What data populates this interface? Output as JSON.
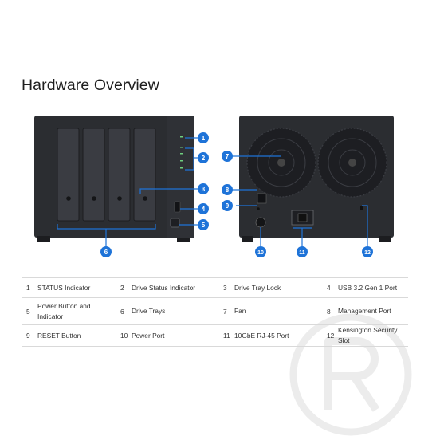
{
  "page": {
    "title": "Hardware Overview"
  },
  "callouts": [
    "1",
    "2",
    "3",
    "4",
    "5",
    "6",
    "7",
    "8",
    "9",
    "10",
    "11",
    "12"
  ],
  "legend": [
    [
      {
        "num": "1",
        "label": "STATUS Indicator"
      },
      {
        "num": "2",
        "label": "Drive Status Indicator"
      },
      {
        "num": "3",
        "label": "Drive Tray Lock"
      },
      {
        "num": "4",
        "label": "USB 3.2 Gen 1 Port"
      }
    ],
    [
      {
        "num": "5",
        "label": "Power Button and Indicator"
      },
      {
        "num": "6",
        "label": "Drive Trays"
      },
      {
        "num": "7",
        "label": "Fan"
      },
      {
        "num": "8",
        "label": "Management Port"
      }
    ],
    [
      {
        "num": "9",
        "label": "RESET Button"
      },
      {
        "num": "10",
        "label": "Power Port"
      },
      {
        "num": "11",
        "label": "10GbE RJ-45 Port"
      },
      {
        "num": "12",
        "label": "Kensington Security Slot"
      }
    ]
  ],
  "colors": {
    "callout": "#1e73d8",
    "device": "#2b2d31",
    "watermark": "#ededed"
  }
}
